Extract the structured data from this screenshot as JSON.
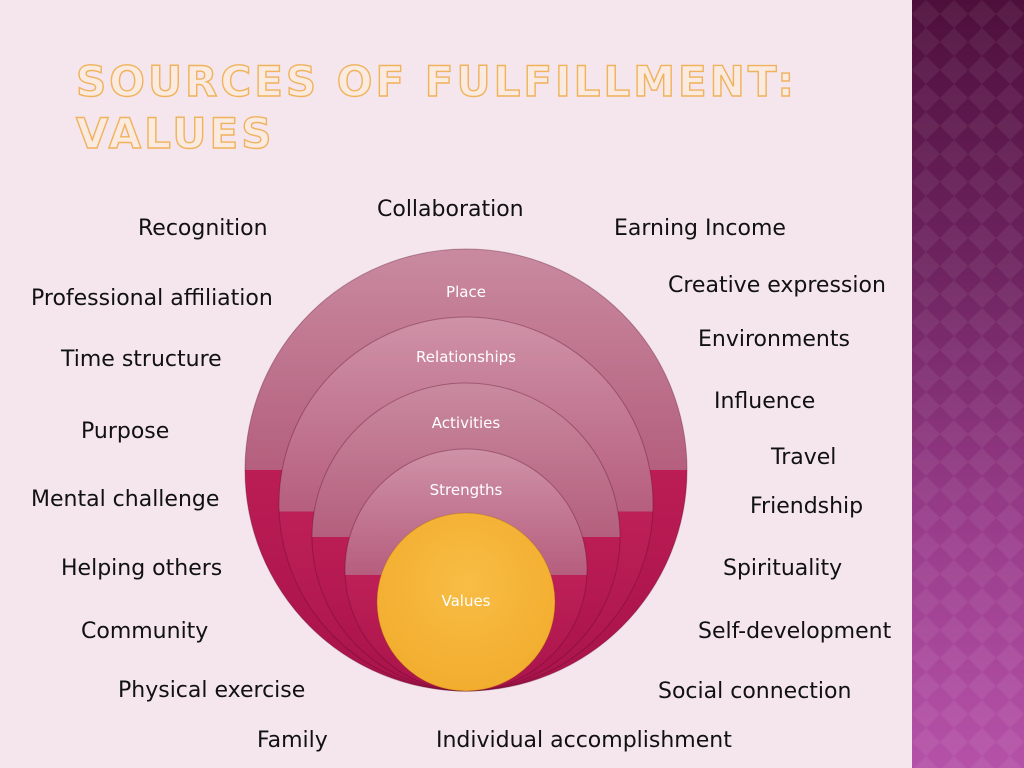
{
  "title": {
    "line1": "Sources of Fulfillment:",
    "line2": "Values"
  },
  "rings": [
    "Place",
    "Relationships",
    "Activities",
    "Strengths"
  ],
  "center": "Values",
  "left_items": [
    "Recognition",
    "Professional affiliation",
    "Time structure",
    "Purpose",
    "Mental challenge",
    "Helping others",
    "Community",
    "Physical exercise",
    "Family"
  ],
  "top_item": "Collaboration",
  "right_items": [
    "Earning Income",
    "Creative expression",
    "Environments",
    "Influence",
    "Travel",
    "Friendship",
    "Spirituality",
    "Self-development",
    "Social connection"
  ],
  "bottom_item": "Individual accomplishment",
  "colors": {
    "ring_top": "#c47a92",
    "ring_bottom": "#b8194f",
    "center": "#f5b43a",
    "title_outline": "#f0b25c",
    "side_panel": "#7a2a6e"
  }
}
